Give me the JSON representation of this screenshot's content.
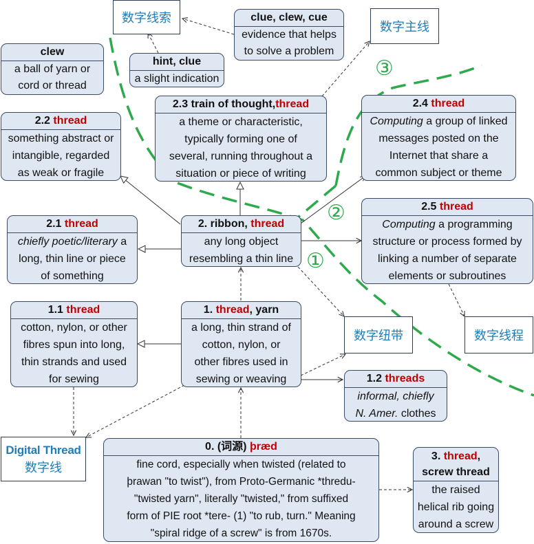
{
  "labels": {
    "digital_clue": "数字线索",
    "digital_mainline": "数字主线",
    "digital_ribbon": "数字纽带",
    "digital_threading": "数字线程",
    "digital_thread_en": "Digital Thread",
    "digital_thread_cn": "数字线"
  },
  "region_numbers": [
    "①",
    "②",
    "③"
  ],
  "nodes": {
    "clue_clew_cue": {
      "head": "clue, clew, cue",
      "body": [
        "evidence that helps",
        "to solve a problem"
      ]
    },
    "clew": {
      "head": "clew",
      "body": [
        "a ball of yarn or",
        "cord or thread"
      ]
    },
    "hint_clue": {
      "head": "hint, clue",
      "body": [
        "a slight indication"
      ]
    },
    "n2_3": {
      "head_pre": "2.3 train of thought,",
      "head_red": "thread",
      "body": [
        "a theme or characteristic,",
        "typically forming one of",
        "several, running throughout a",
        "situation or piece of writing"
      ]
    },
    "n2_2": {
      "head_pre": "2.2 ",
      "head_red": "thread",
      "body": [
        "something abstract or",
        "intangible, regarded",
        "as weak or fragile"
      ]
    },
    "n2_4": {
      "head_pre": "2.4 ",
      "head_red": "thread",
      "body_em": "Computing",
      "body_first_rest": " a group of linked",
      "body": [
        "messages posted on the",
        "Internet that share a",
        "common subject or theme"
      ]
    },
    "n2_1": {
      "head_pre": "2.1 ",
      "head_red": "thread",
      "body_em": "chiefly poetic/literary",
      "body_first_rest": " a",
      "body": [
        "long, thin line or piece",
        "of something"
      ]
    },
    "n2": {
      "head_pre": "2. ribbon, ",
      "head_red": "thread",
      "body": [
        "any long object",
        "resembling a thin line"
      ]
    },
    "n2_5": {
      "head_pre": "2.5 ",
      "head_red": "thread",
      "body_em": "Computing",
      "body_first_rest": " a programming",
      "body": [
        "structure or process formed by",
        "linking a number of separate",
        "elements or subroutines"
      ]
    },
    "n1_1": {
      "head_pre": "1.1 ",
      "head_red": "thread",
      "body": [
        "cotton, nylon, or other",
        "fibres spun into long,",
        "thin strands and used",
        "for sewing"
      ]
    },
    "n1": {
      "head_pre": "1. ",
      "head_red": "thread",
      "head_post": ", yarn",
      "body": [
        "a long, thin strand of",
        "cotton, nylon, or",
        "other fibres used in",
        "sewing or weaving"
      ]
    },
    "n1_2": {
      "head_pre": "1.2 ",
      "head_red": "threads",
      "body_em1": "informal, chiefly",
      "body_em2": "N. Amer.",
      "body_tail": " clothes"
    },
    "n0": {
      "head_pre": "0. (词源) ",
      "head_red": "þræd",
      "body": [
        "fine cord, especially when twisted (related to",
        "þrawan \"to twist\"), from Proto-Germanic *thredu-",
        "\"twisted yarn\", literally \"twisted,\" from suffixed",
        "form of PIE root *tere- (1) \"to rub, turn.\" Meaning",
        "\"spiral ridge of a screw\" is from 1670s."
      ]
    },
    "n3": {
      "head_pre": "3. ",
      "head_red": "thread",
      "head_post": ",",
      "head_line2": "screw thread",
      "body": [
        "the raised",
        "helical rib going",
        "around a screw"
      ]
    }
  },
  "colors": {
    "node_fill": "#dfe7f3",
    "node_border": "#3a4a66",
    "highlight": "#c00000",
    "label_text": "#1f7db8",
    "boundary": "#2ea94c"
  }
}
